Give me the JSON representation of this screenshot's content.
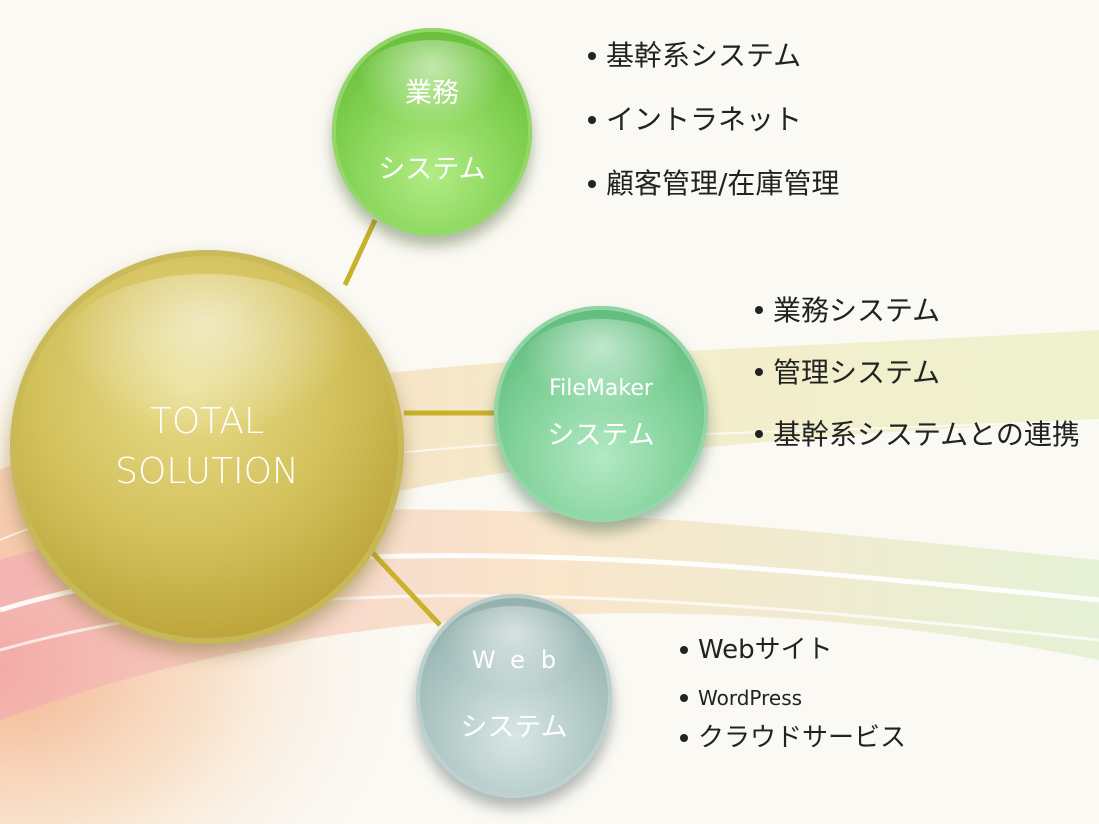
{
  "colors": {
    "total": "#c9b74e",
    "gyomu": "#7ecf4e",
    "filemaker": "#79cd93",
    "web": "#a8c2bf",
    "connector": "#c9b22a"
  },
  "hub": {
    "line1": "TOTAL",
    "line2": "SOLUTION"
  },
  "nodes": {
    "gyomu": {
      "line1": "業務",
      "line2": "システム",
      "items": [
        "基幹系システム",
        "イントラネット",
        "顧客管理/在庫管理"
      ]
    },
    "filemaker": {
      "line1": "FileMaker",
      "line2": "システム",
      "items": [
        "業務システム",
        "管理システム",
        "基幹系システムとの連携"
      ]
    },
    "web": {
      "line1": "Web",
      "line2": "システム",
      "items": [
        "Webサイト",
        "WordPress",
        "クラウドサービス"
      ]
    }
  }
}
